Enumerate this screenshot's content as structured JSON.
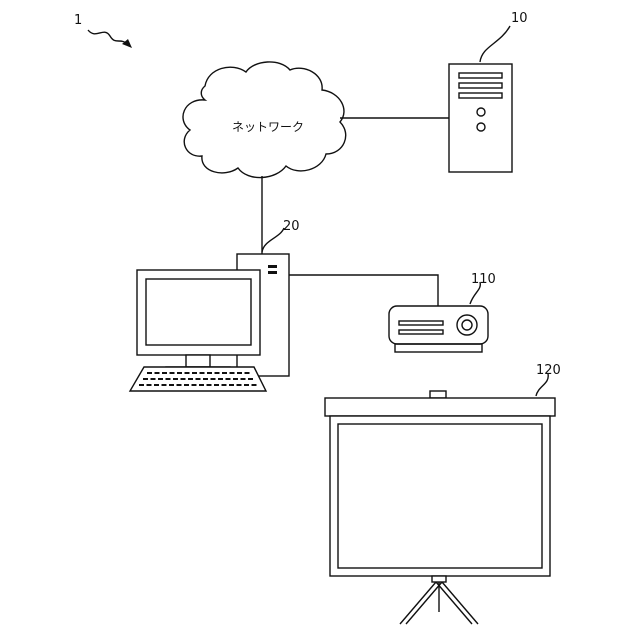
{
  "figure": {
    "system_ref": "1",
    "network_label": "ネットワーク",
    "server_ref": "10",
    "computer_ref": "20",
    "projector_ref": "110",
    "screen_ref": "120"
  },
  "colors": {
    "line": "#111111",
    "background": "#ffffff"
  }
}
